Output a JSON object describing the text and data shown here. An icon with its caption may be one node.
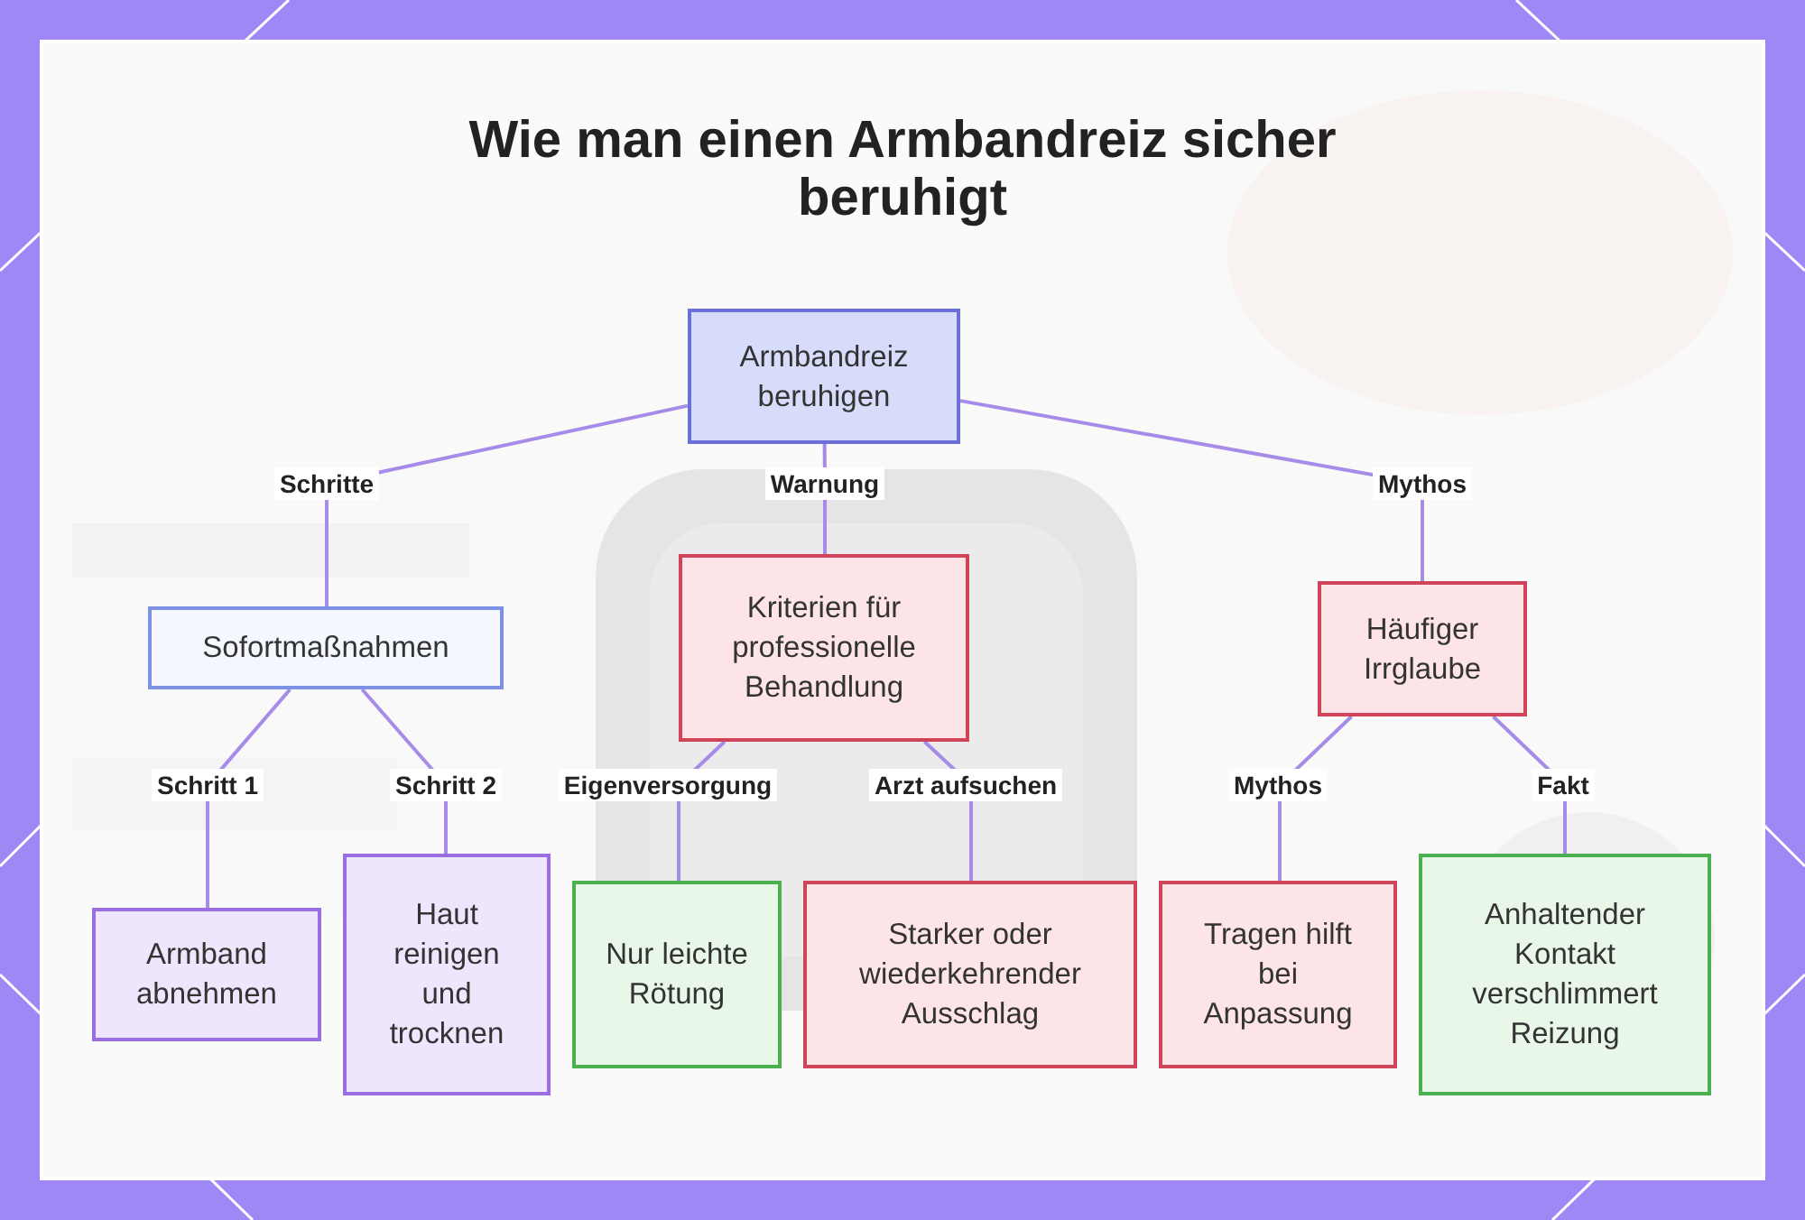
{
  "diagram": {
    "title": "Wie man einen Armbandreiz sicher beruhigt",
    "nodes": [
      {
        "text": [
          "Armbandreiz beruhigen"
        ]
      },
      {
        "text": [
          "Sofortmaßnahmen"
        ]
      },
      {
        "text": [
          "Kriterien für professionelle Behandlung"
        ]
      },
      {
        "text": [
          "Häufiger Irrglaube"
        ]
      },
      {
        "text": [
          "Armband abnehmen"
        ]
      },
      {
        "text": [
          "Haut reinigen und trocknen"
        ]
      },
      {
        "text": [
          "Nur leichte Rötung"
        ]
      },
      {
        "text": [
          "Starker oder wiederkehrender Ausschlag"
        ]
      },
      {
        "text": [
          "Tragen hilft bei Anpassung"
        ]
      },
      {
        "text": [
          "Anhaltender Kontakt verschlimmert Reizung"
        ]
      }
    ],
    "edges": [
      {
        "from": 0,
        "to": 1,
        "arrow": "none",
        "label": "Schritte"
      },
      {
        "from": 0,
        "to": 2,
        "arrow": "none",
        "label": "Warnung"
      },
      {
        "from": 0,
        "to": 3,
        "arrow": "none",
        "label": "Mythos"
      },
      {
        "from": 1,
        "to": 4,
        "arrow": "none",
        "label": "Schritt 1"
      },
      {
        "from": 1,
        "to": 5,
        "arrow": "none",
        "label": "Schritt 2"
      },
      {
        "from": 2,
        "to": 6,
        "arrow": "none",
        "label": "Eigenversorgung"
      },
      {
        "from": 2,
        "to": 7,
        "arrow": "none",
        "label": "Arzt aufsuchen"
      },
      {
        "from": 3,
        "to": 8,
        "arrow": "none",
        "label": "Mythos"
      },
      {
        "from": 3,
        "to": 9,
        "arrow": "none",
        "label": "Fakt"
      }
    ]
  }
}
